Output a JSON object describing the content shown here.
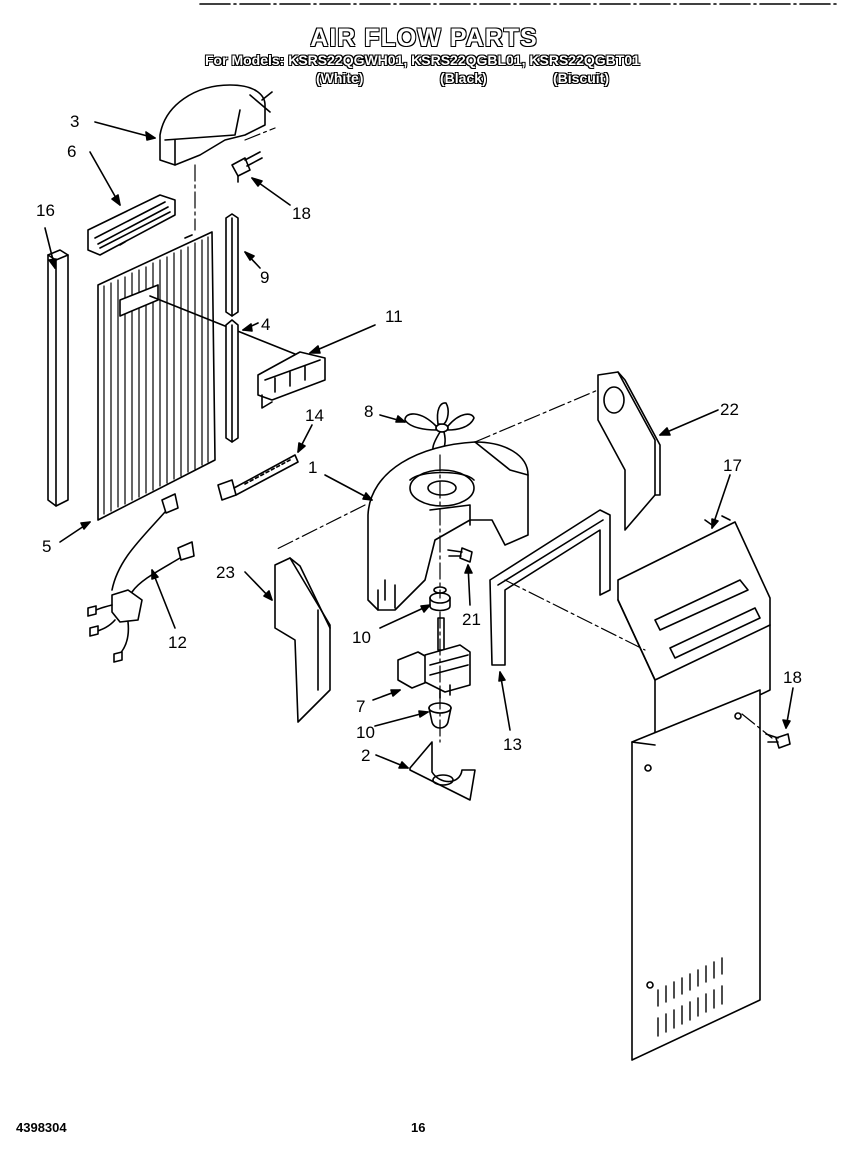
{
  "header": {
    "title": "AIR FLOW PARTS",
    "models": "For Models: KSRS22QGWH01, KSRS22QGBL01, KSRS22QGBT01",
    "colors": [
      "(White)",
      "(Black)",
      "(Biscuit)"
    ]
  },
  "callouts": [
    "3",
    "6",
    "16",
    "18",
    "9",
    "4",
    "11",
    "14",
    "8",
    "22",
    "17",
    "1",
    "5",
    "23",
    "21",
    "10",
    "12",
    "7",
    "13",
    "2",
    "18"
  ],
  "footer": {
    "part_number": "4398304",
    "page": "16"
  }
}
